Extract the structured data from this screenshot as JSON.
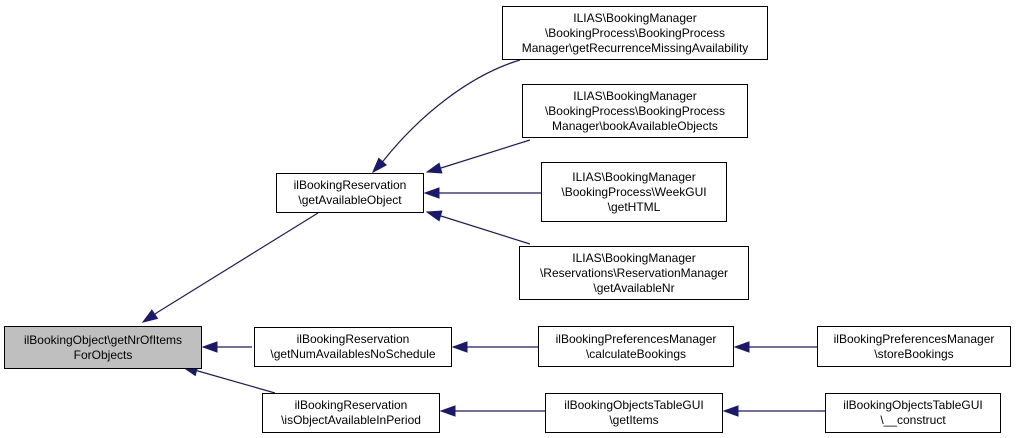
{
  "colors": {
    "edge": "#191970",
    "node_border": "#000000",
    "root_fill": "#bfbfbf",
    "node_fill": "#ffffff"
  },
  "nodes": [
    {
      "id": "root",
      "lines": [
        "ilBookingObject\\getNrOfItems",
        "ForObjects"
      ]
    },
    {
      "id": "getAvailableObject",
      "lines": [
        "ilBookingReservation",
        "\\getAvailableObject"
      ]
    },
    {
      "id": "getNumAvailablesNoSchedule",
      "lines": [
        "ilBookingReservation",
        "\\getNumAvailablesNoSchedule"
      ]
    },
    {
      "id": "isObjectAvailableInPeriod",
      "lines": [
        "ilBookingReservation",
        "\\isObjectAvailableInPeriod"
      ]
    },
    {
      "id": "getRecurrenceMissingAvailability",
      "lines": [
        "ILIAS\\BookingManager",
        "\\BookingProcess\\BookingProcess",
        "Manager\\getRecurrenceMissingAvailability"
      ]
    },
    {
      "id": "bookAvailableObjects",
      "lines": [
        "ILIAS\\BookingManager",
        "\\BookingProcess\\BookingProcess",
        "Manager\\bookAvailableObjects"
      ]
    },
    {
      "id": "weekGuiGetHTML",
      "lines": [
        "ILIAS\\BookingManager",
        "\\BookingProcess\\WeekGUI",
        "\\getHTML"
      ]
    },
    {
      "id": "getAvailableNr",
      "lines": [
        "ILIAS\\BookingManager",
        "\\Reservations\\ReservationManager",
        "\\getAvailableNr"
      ]
    },
    {
      "id": "calculateBookings",
      "lines": [
        "ilBookingPreferencesManager",
        "\\calculateBookings"
      ]
    },
    {
      "id": "storeBookings",
      "lines": [
        "ilBookingPreferencesManager",
        "\\storeBookings"
      ]
    },
    {
      "id": "getItems",
      "lines": [
        "ilBookingObjectsTableGUI",
        "\\getItems"
      ]
    },
    {
      "id": "construct",
      "lines": [
        "ilBookingObjectsTableGUI",
        "\\__construct"
      ]
    }
  ],
  "edges": [
    {
      "from": "getAvailableObject",
      "to": "root"
    },
    {
      "from": "getNumAvailablesNoSchedule",
      "to": "root"
    },
    {
      "from": "isObjectAvailableInPeriod",
      "to": "root"
    },
    {
      "from": "getRecurrenceMissingAvailability",
      "to": "getAvailableObject"
    },
    {
      "from": "bookAvailableObjects",
      "to": "getAvailableObject"
    },
    {
      "from": "weekGuiGetHTML",
      "to": "getAvailableObject"
    },
    {
      "from": "getAvailableNr",
      "to": "getAvailableObject"
    },
    {
      "from": "calculateBookings",
      "to": "getNumAvailablesNoSchedule"
    },
    {
      "from": "storeBookings",
      "to": "calculateBookings"
    },
    {
      "from": "getItems",
      "to": "isObjectAvailableInPeriod"
    },
    {
      "from": "construct",
      "to": "getItems"
    }
  ]
}
